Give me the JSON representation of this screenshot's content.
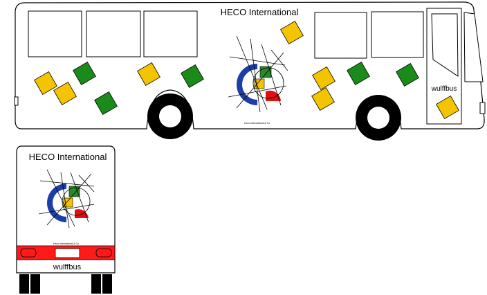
{
  "side_view": {
    "brand_text": "HECO International",
    "door_text": "wulffbus",
    "logo_caption": "Heco International & Co.",
    "colors": {
      "yellow": "#f5c400",
      "green": "#1a8a1a",
      "outline": "#000000"
    }
  },
  "rear_view": {
    "brand_text": "HECO International",
    "bumper_text": "wulffbus",
    "logo_caption": "Heco International & Co.",
    "colors": {
      "bumper": "#ff1a1a"
    }
  },
  "logo": {
    "colors": {
      "blue": "#1c3ea8",
      "red": "#e01010",
      "green": "#2a8a2a",
      "yellow": "#f5c400"
    }
  }
}
